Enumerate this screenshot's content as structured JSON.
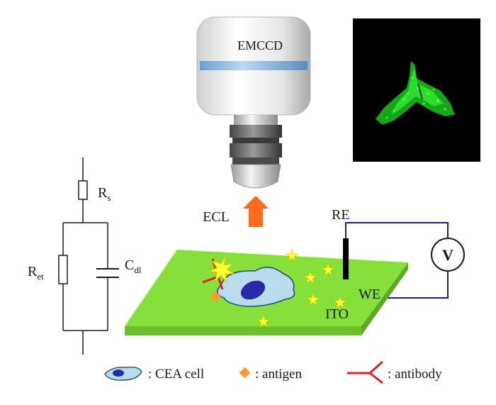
{
  "camera": {
    "label": "EMCCD"
  },
  "arrow": {
    "label": "ECL",
    "color": "#ff6a1a"
  },
  "circuit": {
    "rs_main": "R",
    "rs_sub": "s",
    "ret_main": "R",
    "ret_sub": "et",
    "cdl_main": "C",
    "cdl_sub": "dl"
  },
  "electrode": {
    "re_label": "RE",
    "we_label": "WE",
    "ito_label": "ITO",
    "voltmeter_label": "V",
    "wire_color": "#1c1c8c",
    "plate_color": "#86e03a"
  },
  "legend": {
    "cell": ": CEA cell",
    "antigen": ": antigen",
    "antibody": ": antibody"
  },
  "colors": {
    "antigen": "#ff9a2e",
    "antibody": "#e0201c",
    "cell_fill": "#b9dcec",
    "nucleus": "#2a2aa8",
    "spark": "#ffff33",
    "fluorescence": "#1fd01f"
  }
}
